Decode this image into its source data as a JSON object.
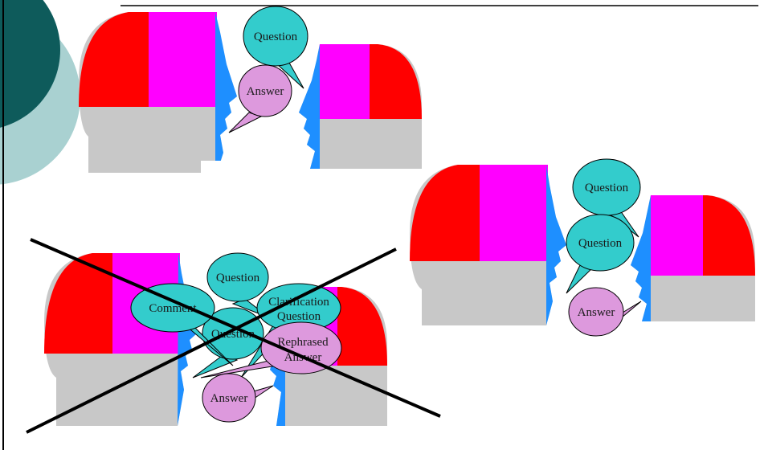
{
  "colors": {
    "frame_dark": "#0e5b5b",
    "frame_light": "#a9d1d1",
    "brain_red": "#ff0000",
    "brain_magenta": "#ff00ff",
    "face_blue": "#1e8fff",
    "lower_gray": "#c8c8c8",
    "bubble_teal": "#33cccc",
    "bubble_violet": "#dd99dd",
    "cross_line": "#000000"
  },
  "scene_top": {
    "question_bubble": "Question",
    "answer_bubble": "Answer"
  },
  "scene_right": {
    "question_bubble_1": "Question",
    "question_bubble_2": "Question",
    "answer_bubble": "Answer"
  },
  "scene_crossed": {
    "question_bubble": "Question",
    "comment_bubble": "Comment",
    "clarification_line1": "Clarification",
    "clarification_line2": "Question",
    "inner_question_bubble": "Question",
    "rephrased_line1": "Rephrased",
    "rephrased_line2": "Answer",
    "answer_bubble": "Answer"
  }
}
